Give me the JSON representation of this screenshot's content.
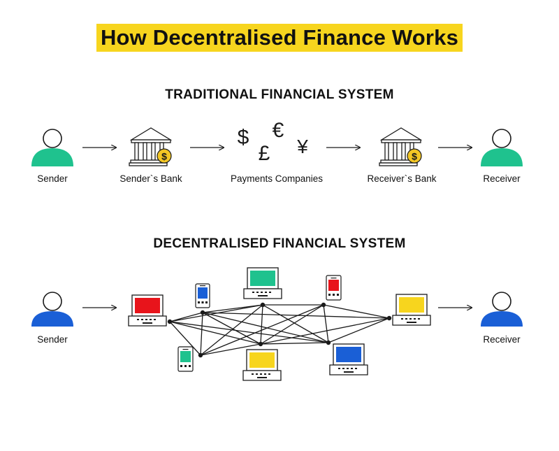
{
  "title": "How Decentralised Finance Works",
  "traditional": {
    "heading": "TRADITIONAL FINANCIAL SYSTEM",
    "nodes": [
      "Sender",
      "Sender`s Bank",
      "Payments Companies",
      "Receiver`s Bank",
      "Receiver"
    ],
    "currency_symbols": [
      "$",
      "€",
      "£",
      "¥"
    ],
    "coin_symbol": "$"
  },
  "decentralised": {
    "heading": "DECENTRALISED FINANCIAL SYSTEM",
    "sender": "Sender",
    "receiver": "Receiver"
  },
  "colors": {
    "highlight": "#f7d51e",
    "green": "#1fc28e",
    "blue": "#1a5fd6",
    "red": "#e8141b",
    "yellow": "#f7d51e",
    "gold": "#f3c624",
    "ink": "#1a1a1a"
  }
}
